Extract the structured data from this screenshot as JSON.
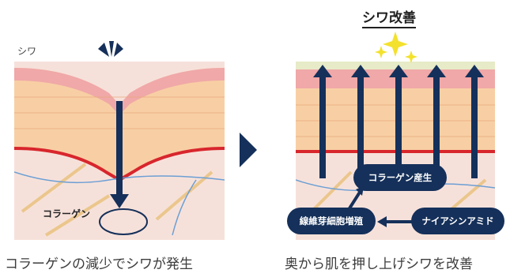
{
  "title": "シワ改善",
  "wrinkle_label": "シワ",
  "left_caption": "コラーゲンの減少でシワが発生",
  "right_caption": "奥から肌を押し上げシワを改善",
  "collagen_label": "コラーゲン",
  "pills": {
    "collagen": "コラーゲン産生",
    "fibroblast": "線維芽細胞増殖",
    "niacinamide": "ナイアシンアミド"
  },
  "icons": {
    "arrow": "chevron-right-icon",
    "sparkle": "sparkle-icon",
    "burst": "burst-icon"
  },
  "colors": {
    "navy": "#15305a",
    "skin": "#f3d9cf",
    "cells": "#f6c79a",
    "dermal_line": "#d8262d",
    "sparkle": "#f3e12d"
  }
}
